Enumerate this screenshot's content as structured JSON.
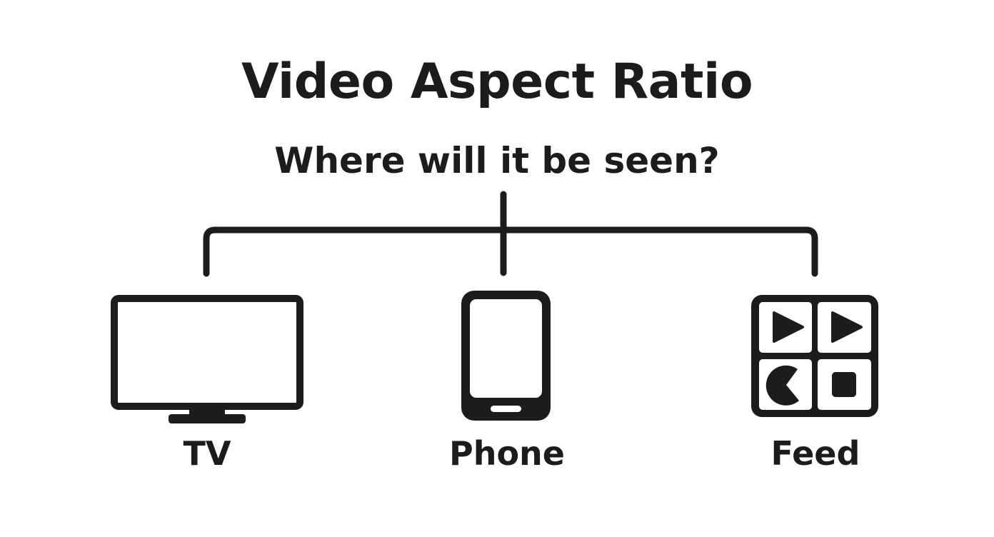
{
  "diagram": {
    "title": "Video Aspect Ratio",
    "question": "Where will it be seen?",
    "options": [
      {
        "label": "TV",
        "icon": "tv-icon"
      },
      {
        "label": "Phone",
        "icon": "phone-icon"
      },
      {
        "label": "Feed",
        "icon": "feed-grid-icon"
      }
    ],
    "colors": {
      "ink": "#1c1c1c",
      "background": "#ffffff"
    }
  }
}
